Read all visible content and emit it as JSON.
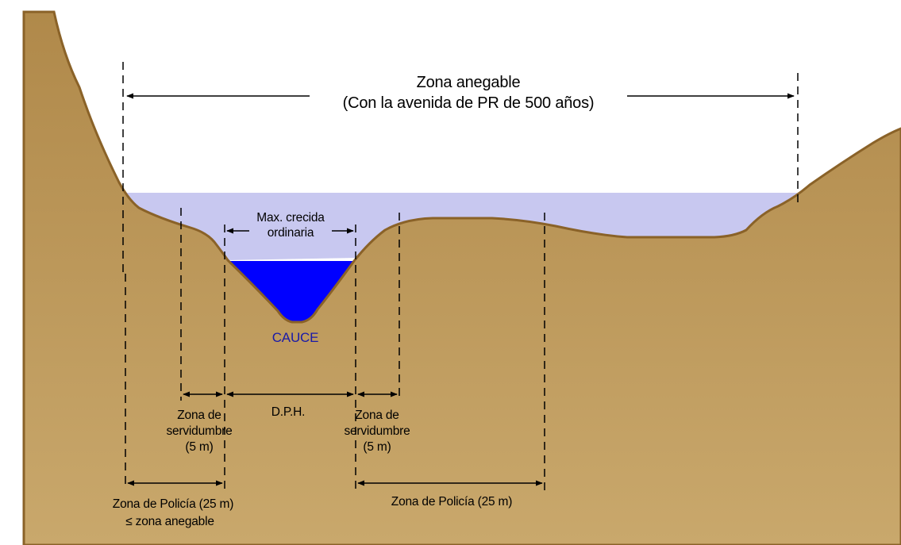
{
  "colors": {
    "terrain_top": "#b0894a",
    "terrain_bottom": "#c9a86c",
    "terrain_outline": "#8a6228",
    "floodwater": "#c8c8f0",
    "channel_water": "#0000ff",
    "cauce_text": "#1a1aa8"
  },
  "labels": {
    "zona_anegable_1": "Zona anegable",
    "zona_anegable_2": "(Con la avenida de PR de 500 años)",
    "max_crecida_1": "Max. crecida",
    "max_crecida_2": "ordinaria",
    "cauce": "CAUCE",
    "dph": "D.P.H.",
    "serv_left_1": "Zona de",
    "serv_left_2": "servidumbre",
    "serv_left_3": "(5 m)",
    "serv_right_1": "Zona de",
    "serv_right_2": "servidumbre",
    "serv_right_3": "(5 m)",
    "policia_left_1": "Zona de Policía (25 m)",
    "policia_left_2": "≤ zona anegable",
    "policia_right": "Zona de Policía (25 m)"
  }
}
